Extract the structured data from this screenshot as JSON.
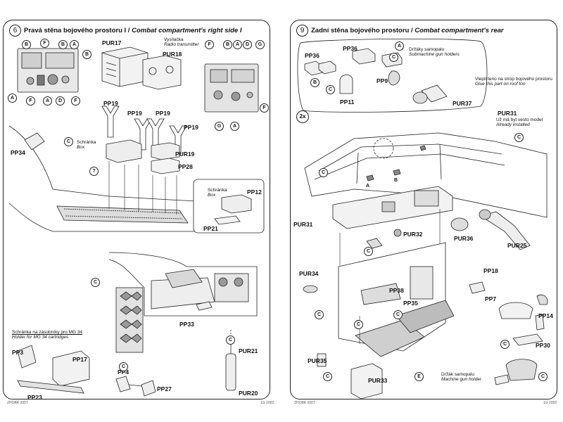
{
  "left": {
    "step": "6",
    "title_cz": "Pravá stěna bojového prostoru I /",
    "title_en": "Combat compartment's right side I",
    "labels": {
      "pur17": "PUR17",
      "pur18": "PUR18",
      "pp19a": "PP19",
      "pp19b": "PP19",
      "pp19c": "PP19",
      "pp19d": "PP19",
      "pp34": "PP34",
      "pur19": "PUR19",
      "pp28": "PP28",
      "pp12": "PP12",
      "pp21": "PP21",
      "pp33": "PP33",
      "pur21": "PUR21",
      "pur20": "PUR20",
      "pp3": "PP3",
      "pp17": "PP17",
      "pp23": "PP23",
      "pp4": "PP4",
      "pp27": "PP27"
    },
    "notes": {
      "radio_cz": "Vysílačka",
      "radio_en": "Radio transmitter",
      "box_cz": "Schránka",
      "box_en": "Box",
      "box2_cz": "Schránka",
      "box2_en": "Box",
      "mg_cz": "Schránka na zásobníky pro MG 34",
      "mg_en": "Holder for MG 34 cartridges"
    },
    "markers": [
      "B",
      "F",
      "B",
      "A",
      "B",
      "A",
      "F",
      "A",
      "D",
      "F",
      "F",
      "B",
      "A",
      "D",
      "G",
      "G",
      "A",
      "F",
      "C",
      "C",
      "C",
      "C",
      "?"
    ]
  },
  "right": {
    "step": "9",
    "title_cz": "Zadní stěna bojového prostoru /",
    "title_en": "Combat compartment's rear",
    "labels": {
      "pp36a": "PP36",
      "pp36b": "PP36",
      "pp9": "PP9",
      "pp11": "PP11",
      "pur37": "PUR37",
      "pur31a": "PUR31",
      "pur31b": "PUR31",
      "pur32": "PUR32",
      "pur36": "PUR36",
      "pur25": "PUR25",
      "pur34": "PUR34",
      "pp38": "PP38",
      "pp35": "PP35",
      "pur35": "PUR35",
      "pur33": "PUR33",
      "pp18": "PP18",
      "pp7": "PP7",
      "pp14": "PP14",
      "pp30": "PP30"
    },
    "notes": {
      "holders_cz": "Držáky samopalu",
      "holders_en": "Submachine gun holders",
      "roof_cz": "Vlepit teno na strop bojového prostoru",
      "roof_en": "Glue this part on roof too",
      "installed_cz": "Už má byt vesto model",
      "installed_en": "Already installed",
      "holder_cz": "Držák samopalu",
      "holder_en": "Machine gun holder",
      "times": "2x"
    },
    "markers": [
      "A",
      "B",
      "C",
      "C",
      "A",
      "B",
      "C",
      "C",
      "C",
      "C",
      "C",
      "C",
      "E",
      "C",
      "C",
      "C"
    ]
  },
  "footer": {
    "left_a": "ZHOBK 2007",
    "left_b": "1/z 2002",
    "right_a": "ZHOBK 2007",
    "right_b": "1/z 2002"
  }
}
